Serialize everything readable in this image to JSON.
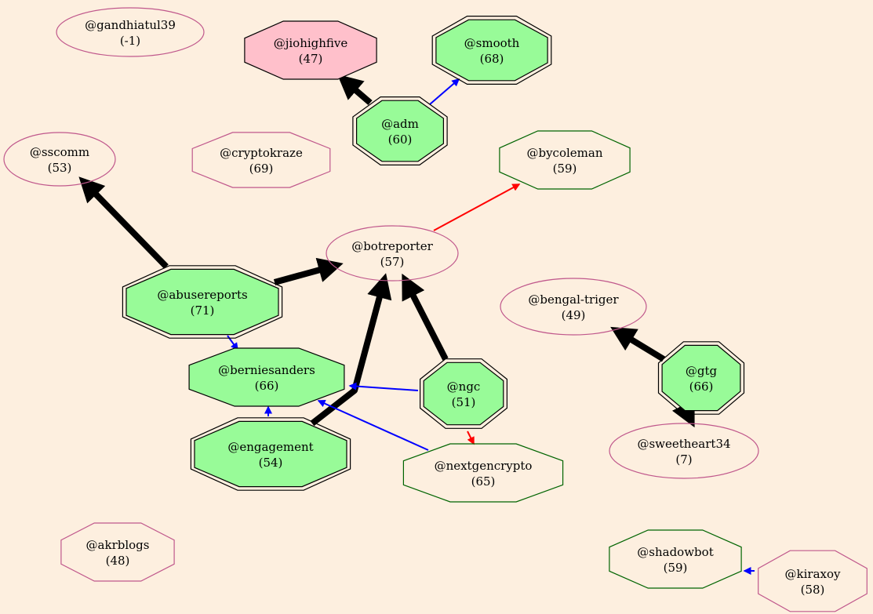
{
  "colors": {
    "background": "#fdefdf",
    "green_fill": "#98fb98",
    "pink_fill": "#ffc0cb",
    "pink_stroke": "#c0588c",
    "green_stroke": "#006400",
    "black": "#000000",
    "blue": "#0000ff",
    "red": "#ff0000"
  },
  "nodes": [
    {
      "id": "gandhiatul39",
      "name": "@gandhiatul39",
      "score": "(-1)",
      "shape": "ellipse",
      "style": "pink-outline"
    },
    {
      "id": "jiohighfive",
      "name": "@jiohighfive",
      "score": "(47)",
      "shape": "octagon",
      "style": "pink-filled"
    },
    {
      "id": "smooth",
      "name": "@smooth",
      "score": "(68)",
      "shape": "octagon",
      "style": "green-double"
    },
    {
      "id": "adm",
      "name": "@adm",
      "score": "(60)",
      "shape": "octagon",
      "style": "green-double"
    },
    {
      "id": "sscomm",
      "name": "@sscomm",
      "score": "(53)",
      "shape": "ellipse",
      "style": "pink-outline"
    },
    {
      "id": "cryptokraze",
      "name": "@cryptokraze",
      "score": "(69)",
      "shape": "octagon",
      "style": "pink-outline"
    },
    {
      "id": "bycoleman",
      "name": "@bycoleman",
      "score": "(59)",
      "shape": "octagon",
      "style": "green-outline"
    },
    {
      "id": "botreporter",
      "name": "@botreporter",
      "score": "(57)",
      "shape": "ellipse",
      "style": "pink-outline"
    },
    {
      "id": "abusereports",
      "name": "@abusereports",
      "score": "(71)",
      "shape": "octagon",
      "style": "green-double"
    },
    {
      "id": "bengal-triger",
      "name": "@bengal-triger",
      "score": "(49)",
      "shape": "ellipse",
      "style": "pink-outline"
    },
    {
      "id": "berniesanders",
      "name": "@berniesanders",
      "score": "(66)",
      "shape": "octagon",
      "style": "green-filled"
    },
    {
      "id": "ngc",
      "name": "@ngc",
      "score": "(51)",
      "shape": "octagon",
      "style": "green-double"
    },
    {
      "id": "gtg",
      "name": "@gtg",
      "score": "(66)",
      "shape": "octagon",
      "style": "green-double"
    },
    {
      "id": "engagement",
      "name": "@engagement",
      "score": "(54)",
      "shape": "octagon",
      "style": "green-double"
    },
    {
      "id": "nextgencrypto",
      "name": "@nextgencrypto",
      "score": "(65)",
      "shape": "octagon",
      "style": "green-outline"
    },
    {
      "id": "sweetheart34",
      "name": "@sweetheart34",
      "score": "(7)",
      "shape": "ellipse",
      "style": "pink-outline"
    },
    {
      "id": "akrblogs",
      "name": "@akrblogs",
      "score": "(48)",
      "shape": "octagon",
      "style": "pink-outline"
    },
    {
      "id": "shadowbot",
      "name": "@shadowbot",
      "score": "(59)",
      "shape": "octagon",
      "style": "green-outline"
    },
    {
      "id": "kiraxoy",
      "name": "@kiraxoy",
      "score": "(58)",
      "shape": "octagon",
      "style": "pink-outline"
    }
  ],
  "edges": [
    {
      "from": "adm",
      "to": "jiohighfive",
      "color": "black",
      "weight": "heavy"
    },
    {
      "from": "adm",
      "to": "smooth",
      "color": "blue",
      "weight": "thin"
    },
    {
      "from": "abusereports",
      "to": "sscomm",
      "color": "black",
      "weight": "heavy"
    },
    {
      "from": "abusereports",
      "to": "botreporter",
      "color": "black",
      "weight": "heavy"
    },
    {
      "from": "abusereports",
      "to": "berniesanders",
      "color": "blue",
      "weight": "thin"
    },
    {
      "from": "botreporter",
      "to": "bycoleman",
      "color": "red",
      "weight": "thin"
    },
    {
      "from": "engagement",
      "to": "botreporter",
      "color": "black",
      "weight": "heavy"
    },
    {
      "from": "engagement",
      "to": "berniesanders",
      "color": "blue",
      "weight": "thin"
    },
    {
      "from": "ngc",
      "to": "botreporter",
      "color": "black",
      "weight": "heavy"
    },
    {
      "from": "ngc",
      "to": "berniesanders",
      "color": "blue",
      "weight": "thin"
    },
    {
      "from": "ngc",
      "to": "nextgencrypto",
      "color": "red",
      "weight": "thin"
    },
    {
      "from": "nextgencrypto",
      "to": "berniesanders",
      "color": "blue",
      "weight": "thin"
    },
    {
      "from": "gtg",
      "to": "bengal-triger",
      "color": "black",
      "weight": "heavy"
    },
    {
      "from": "gtg",
      "to": "sweetheart34",
      "color": "black",
      "weight": "heavy"
    },
    {
      "from": "kiraxoy",
      "to": "shadowbot",
      "color": "blue",
      "weight": "thin"
    }
  ]
}
